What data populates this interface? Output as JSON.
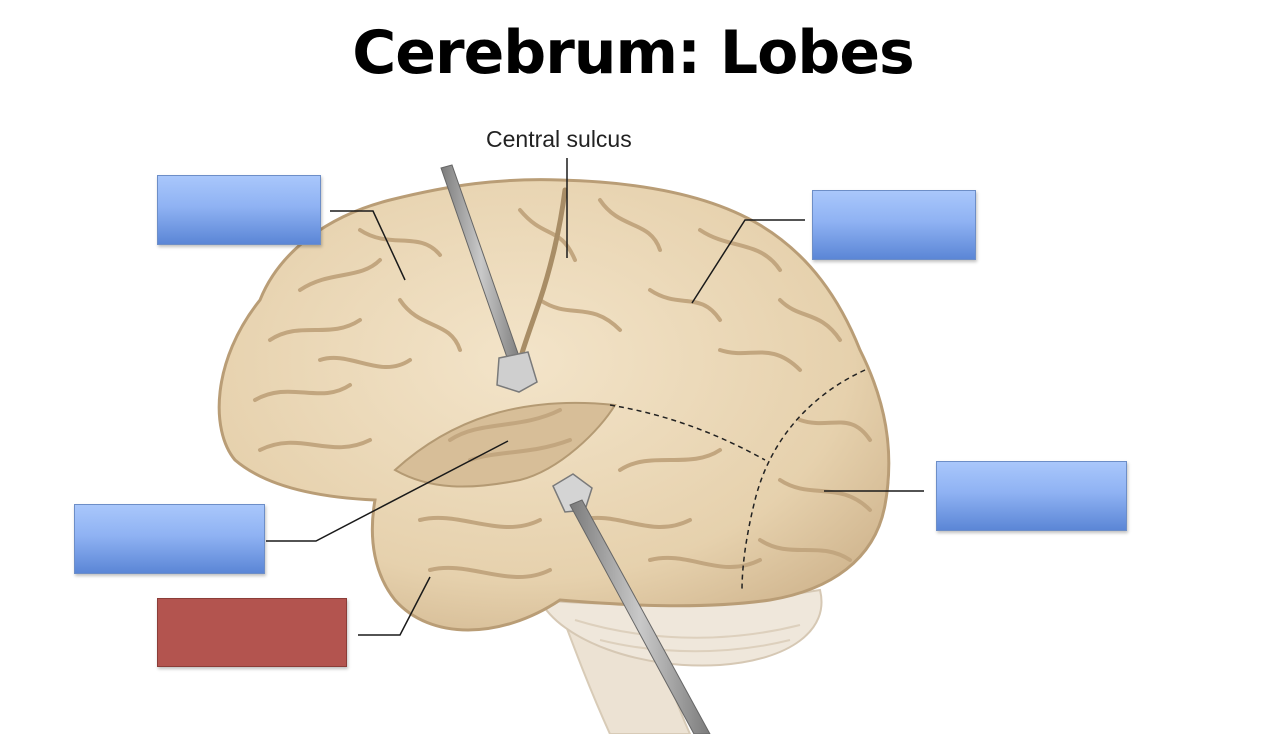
{
  "slide": {
    "title": "Cerebrum: Lobes"
  },
  "diagram": {
    "central_sulcus_label": "Central sulcus",
    "label_boxes": [
      {
        "id": "frontal-lobe-box",
        "state": "blank",
        "color": "#8fb2f3"
      },
      {
        "id": "parietal-lobe-box",
        "state": "blank",
        "color": "#8fb2f3"
      },
      {
        "id": "occipital-lobe-box",
        "state": "blank",
        "color": "#8fb2f3"
      },
      {
        "id": "insula-box",
        "state": "blank",
        "color": "#8fb2f3"
      },
      {
        "id": "temporal-lobe-box",
        "state": "filled",
        "color": "#b3544f"
      }
    ],
    "colors": {
      "brain": "#e9d6b6",
      "brain_shadow": "#c9ae87",
      "cerebellum": "#ece3d6",
      "probe": "#9a9a9a"
    }
  }
}
